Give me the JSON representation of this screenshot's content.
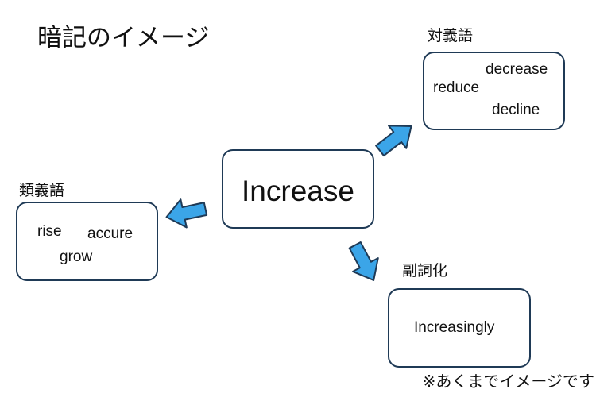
{
  "title": "暗記のイメージ",
  "center": {
    "word": "Increase"
  },
  "antonyms": {
    "label": "対義語",
    "words": [
      "decrease",
      "reduce",
      "decline"
    ]
  },
  "synonyms": {
    "label": "類義語",
    "words": [
      "rise",
      "accure",
      "grow"
    ]
  },
  "adverb": {
    "label": "副詞化",
    "word": "Increasingly"
  },
  "note": "※あくまでイメージです",
  "colors": {
    "arrow_fill": "#3ba5e8",
    "arrow_stroke": "#1f3a56",
    "box_border": "#1f3a56"
  }
}
